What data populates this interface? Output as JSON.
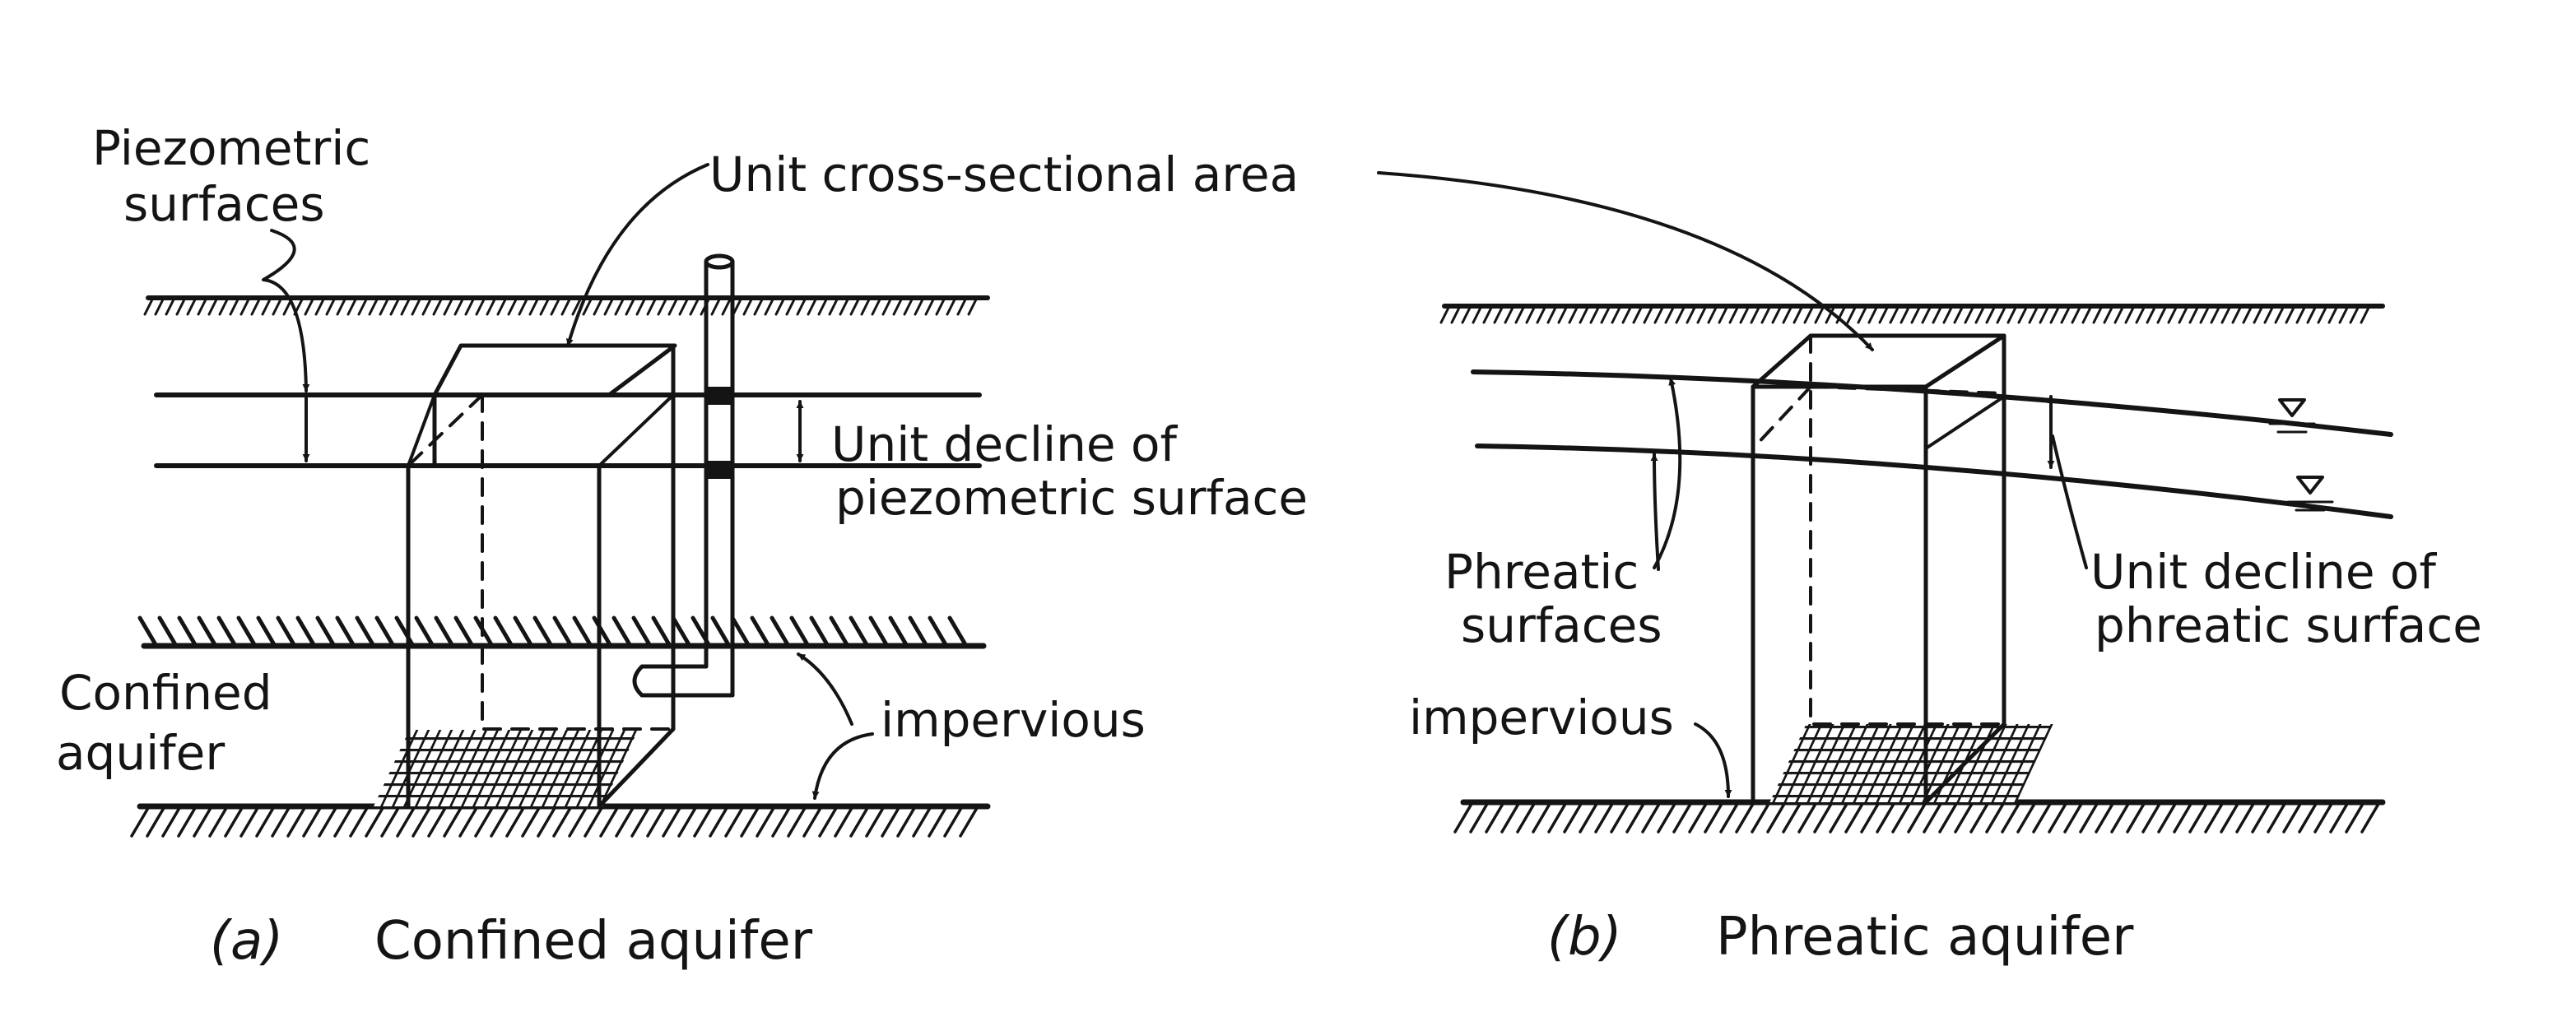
{
  "panel_a": {
    "labels": {
      "piezometric_line1": "Piezometric",
      "piezometric_line2": "surfaces",
      "unit_decline_line1": "Unit decline of",
      "unit_decline_line2": "piezometric surface",
      "confined_line1": "Confined",
      "confined_line2": "aquifer",
      "impervious": "impervious"
    },
    "caption_letter": "(a)",
    "caption_text": "Confined aquifer"
  },
  "panel_b": {
    "labels": {
      "phreatic_line1": "Phreatic",
      "phreatic_line2": "surfaces",
      "unit_decline_line1": "Unit decline of",
      "unit_decline_line2": "phreatic surface",
      "impervious": "impervious"
    },
    "caption_letter": "(b)",
    "caption_text": "Phreatic aquifer"
  },
  "shared": {
    "unit_area": "Unit cross-sectional area"
  }
}
